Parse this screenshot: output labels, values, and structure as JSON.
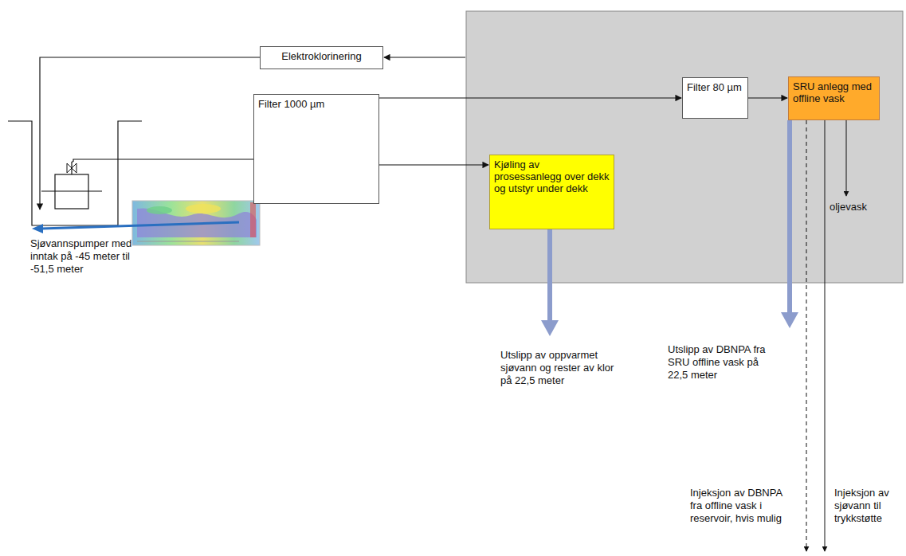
{
  "diagram": {
    "nodes": [
      {
        "text": [
          "Elektroklorinering"
        ]
      },
      {
        "text": [
          "Filter 1000 µm"
        ]
      },
      {
        "text": [
          "Filter 80 µm"
        ]
      },
      {
        "text": [
          "SRU anlegg med offline vask"
        ]
      },
      {
        "text": [
          "Kjøling av prosessanlegg over dekk og utstyr under dekk"
        ]
      }
    ],
    "edges": [
      {
        "from": 1,
        "to": 2,
        "arrow": "to"
      },
      {
        "from": 2,
        "to": 3,
        "arrow": "to"
      },
      {
        "from": 1,
        "to": 4,
        "arrow": "to"
      }
    ],
    "labels": [
      "oljevask",
      "Utslipp av oppvarmet sjøvann og rester av klor på 22,5 meter",
      "Utslipp av DBNPA fra SRU offline vask på 22,5 meter",
      "Injeksjon av DBNPA fra offline vask i reservoir, hvis mulig",
      "Injeksjon av sjøvann til trykkstøtte",
      "Sjøvannspumper med inntak på -45 meter til -51,5 meter"
    ]
  }
}
